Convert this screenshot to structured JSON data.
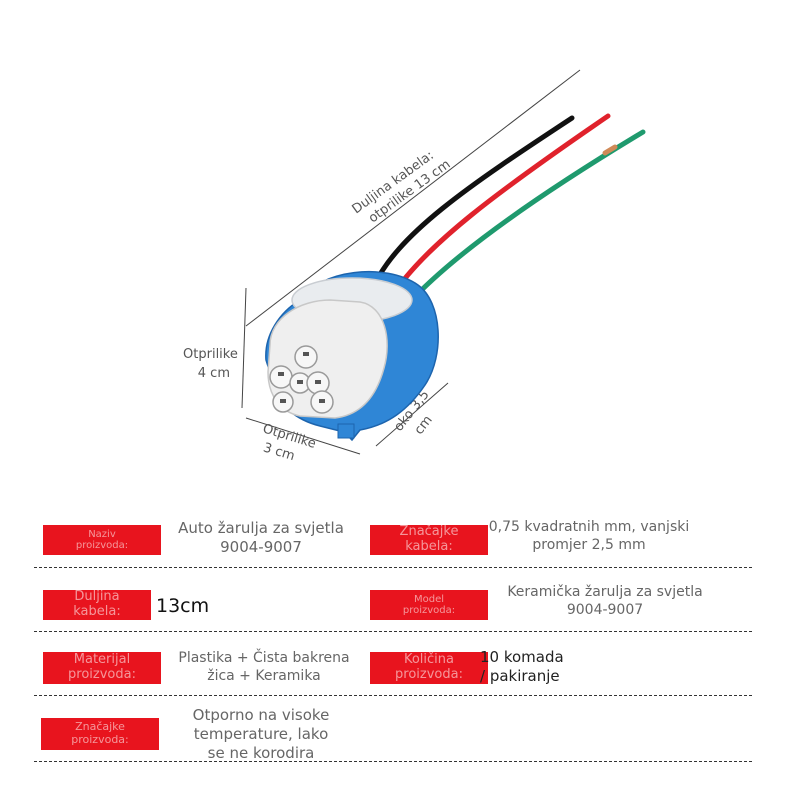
{
  "dimensions": {
    "cable_length": "Duljina kabela:\notprilike 13 cm",
    "height": "Otprilike\n4 cm",
    "width": "Otprilike\n3 cm",
    "diameter": "oko 3,5\ncm"
  },
  "colors": {
    "label_bg": "#e8141e",
    "housing_blue": "#2f86d6",
    "insulator": "#efefef",
    "wire_black": "#111111",
    "wire_red": "#e0222c",
    "wire_green": "#1f9a6e"
  },
  "specs": [
    {
      "left_label": "Naziv\nproizvoda:",
      "left_value": "Auto žarulja za svjetla\n9004-9007",
      "right_label": "Značajke\nkabela:",
      "right_value": "0,75 kvadratnih mm, vanjski\npromjer 2,5 mm"
    },
    {
      "left_label": "Duljina\nkabela:",
      "left_value": "13cm",
      "right_label": "Model\nproizvoda:",
      "right_value": "Keramička žarulja za svjetla\n9004-9007"
    },
    {
      "left_label": "Materijal\nproizvoda:",
      "left_value": "Plastika + Čista bakrena\nžica + Keramika",
      "right_label": "Količina\nproizvoda:",
      "right_value": "10 komada\n/ pakiranje"
    },
    {
      "left_label": "Značajke\nproizvoda:",
      "left_value": "Otporno na visoke\ntemperature, lako\nse ne korodira",
      "right_label": "",
      "right_value": ""
    }
  ]
}
